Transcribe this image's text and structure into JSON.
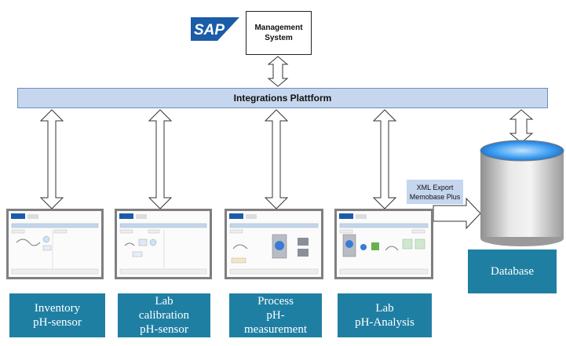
{
  "header": {
    "sap_logo_text": "SAP",
    "management_system": "Management\nSystem"
  },
  "integration_bar": {
    "label": "Integrations Plattform"
  },
  "xml_export": {
    "line1": "XML Export",
    "line2": "Memobase Plus"
  },
  "stations": [
    {
      "line1": "Inventory",
      "line2": "pH-sensor",
      "line3": ""
    },
    {
      "line1": "Lab",
      "line2": "calibration",
      "line3": "pH-sensor"
    },
    {
      "line1": "Process",
      "line2": "pH-",
      "line3": "measurement"
    },
    {
      "line1": "Lab",
      "line2": "pH-Analysis",
      "line3": ""
    }
  ],
  "database": {
    "label": "Database"
  },
  "colors": {
    "bar_fill": "#c5d6ee",
    "label_fill": "#1f7fa3",
    "sap_blue": "#1b5ca8",
    "db_top": "#3a9bf0"
  }
}
